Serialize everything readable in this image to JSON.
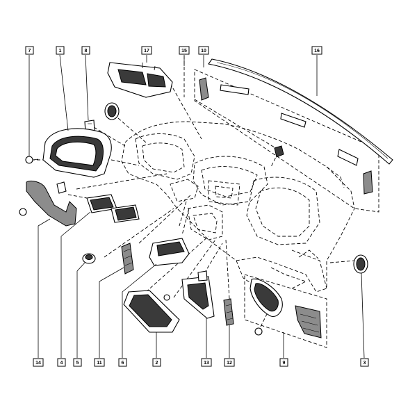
{
  "diagram": {
    "callouts": {
      "p1": "1",
      "p2": "2",
      "p3": "3",
      "p4": "4",
      "p5": "5",
      "p6": "6",
      "p7": "7",
      "p8": "8",
      "p9": "9",
      "p10": "10",
      "p11": "11",
      "p12": "12",
      "p13": "13",
      "p14": "14",
      "p15": "15",
      "p16": "16",
      "p17": "17"
    }
  }
}
